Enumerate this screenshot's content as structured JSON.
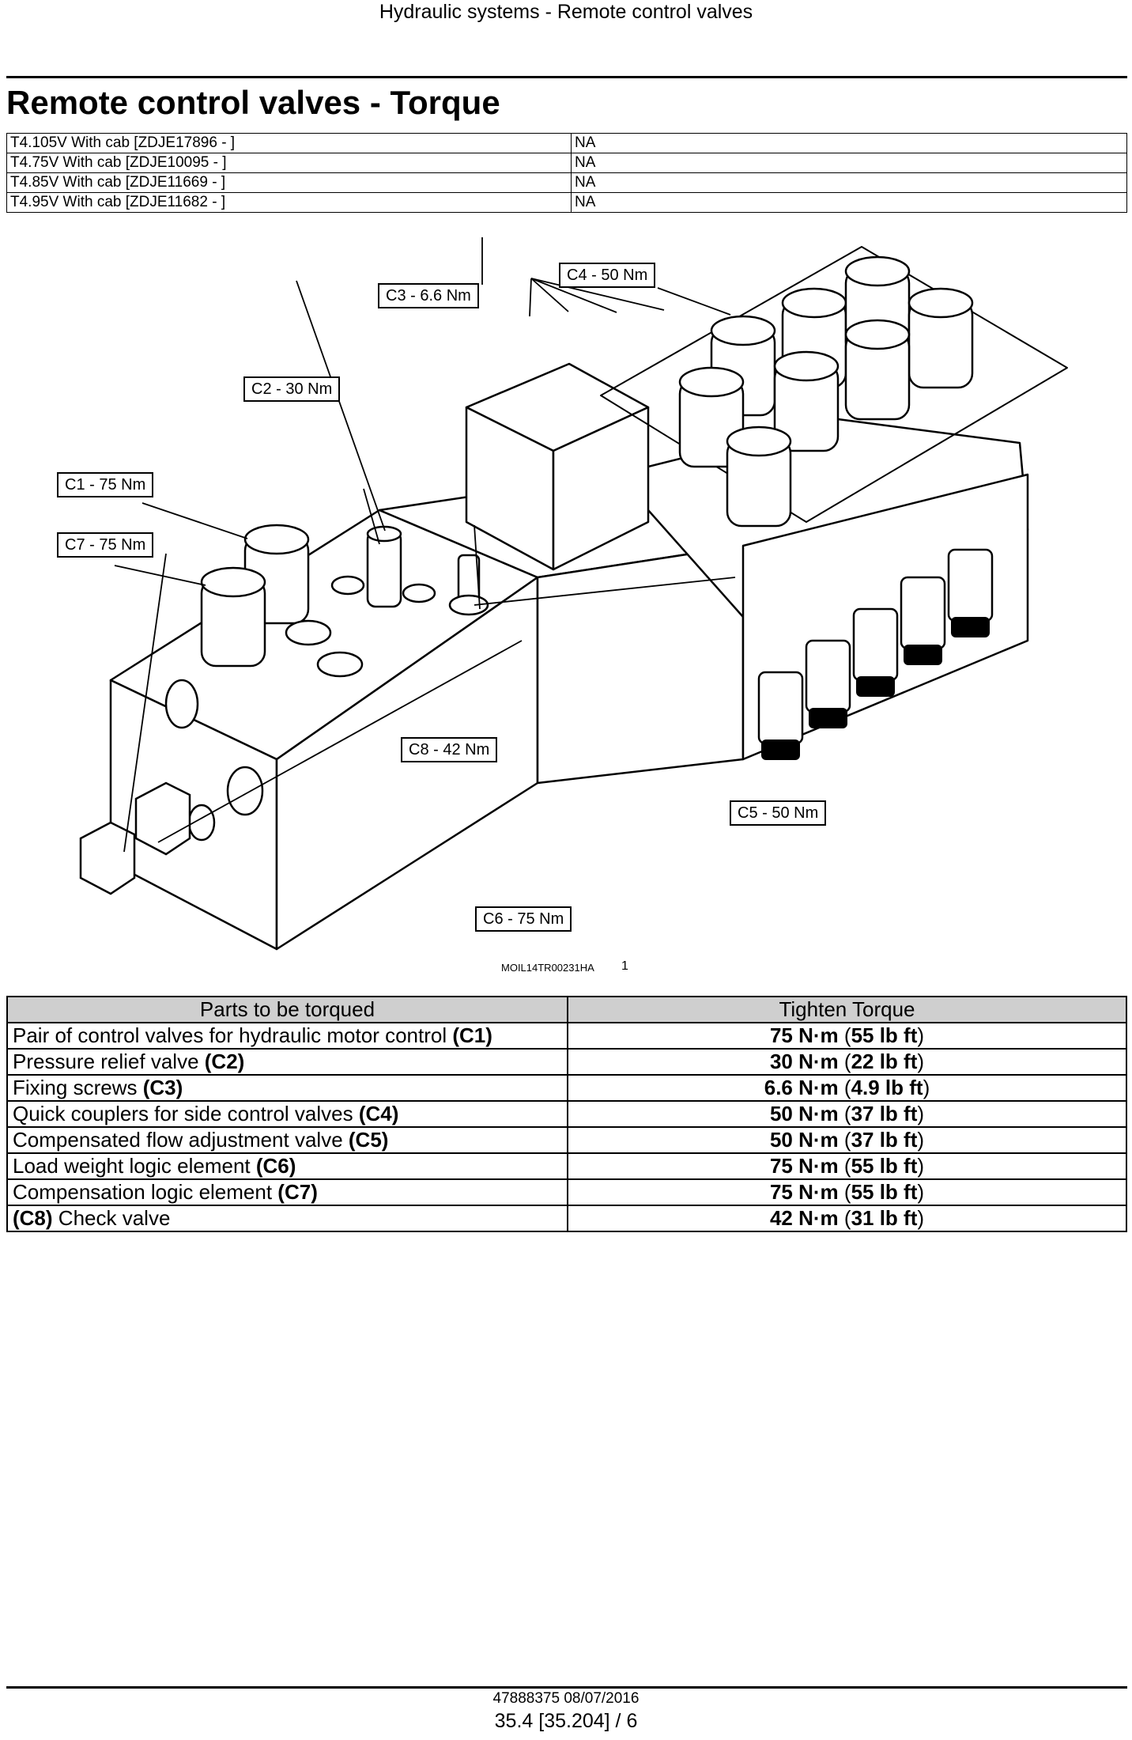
{
  "header": {
    "title": "Hydraulic systems - Remote control valves"
  },
  "section": {
    "title": "Remote control valves - Torque"
  },
  "applicability": [
    {
      "model": "T4.105V With cab [ZDJE17896 - ]",
      "value": "NA"
    },
    {
      "model": "T4.75V With cab [ZDJE10095 - ]",
      "value": "NA"
    },
    {
      "model": "T4.85V With cab [ZDJE11669 - ]",
      "value": "NA"
    },
    {
      "model": "T4.95V With cab [ZDJE11682 - ]",
      "value": "NA"
    }
  ],
  "figure": {
    "callouts": {
      "c1": "C1 - 75 Nm",
      "c2": "C2 - 30 Nm",
      "c3": "C3 - 6.6 Nm",
      "c4": "C4 - 50 Nm",
      "c5": "C5 - 50 Nm",
      "c6": "C6 - 75 Nm",
      "c7": "C7 - 75 Nm",
      "c8": "C8 - 42 Nm"
    },
    "code": "MOIL14TR00231HA",
    "number": "1"
  },
  "torque_table": {
    "headers": {
      "parts": "Parts to be torqued",
      "torque": "Tighten Torque"
    },
    "rows": [
      {
        "part_text": "Pair of control valves for hydraulic motor control ",
        "code": "(C1)",
        "code_first": false,
        "nm": "75 N·m",
        "lbft": "55 lb ft"
      },
      {
        "part_text": "Pressure relief valve ",
        "code": "(C2)",
        "code_first": false,
        "nm": "30 N·m",
        "lbft": "22 lb ft"
      },
      {
        "part_text": "Fixing screws ",
        "code": "(C3)",
        "code_first": false,
        "nm": "6.6 N·m",
        "lbft": "4.9 lb ft"
      },
      {
        "part_text": "Quick couplers for side control valves ",
        "code": "(C4)",
        "code_first": false,
        "nm": "50 N·m",
        "lbft": "37 lb ft"
      },
      {
        "part_text": "Compensated flow adjustment valve ",
        "code": "(C5)",
        "code_first": false,
        "nm": "50 N·m",
        "lbft": "37 lb ft"
      },
      {
        "part_text": "Load weight logic element ",
        "code": "(C6)",
        "code_first": false,
        "nm": "75 N·m",
        "lbft": "55 lb ft"
      },
      {
        "part_text": "Compensation logic element ",
        "code": "(C7)",
        "code_first": false,
        "nm": "75 N·m",
        "lbft": "55 lb ft"
      },
      {
        "part_text": " Check valve",
        "code": "(C8)",
        "code_first": true,
        "nm": "42 N·m",
        "lbft": "31 lb ft"
      }
    ]
  },
  "footer": {
    "doc": "47888375 08/07/2016",
    "page": "35.4 [35.204] / 6"
  }
}
